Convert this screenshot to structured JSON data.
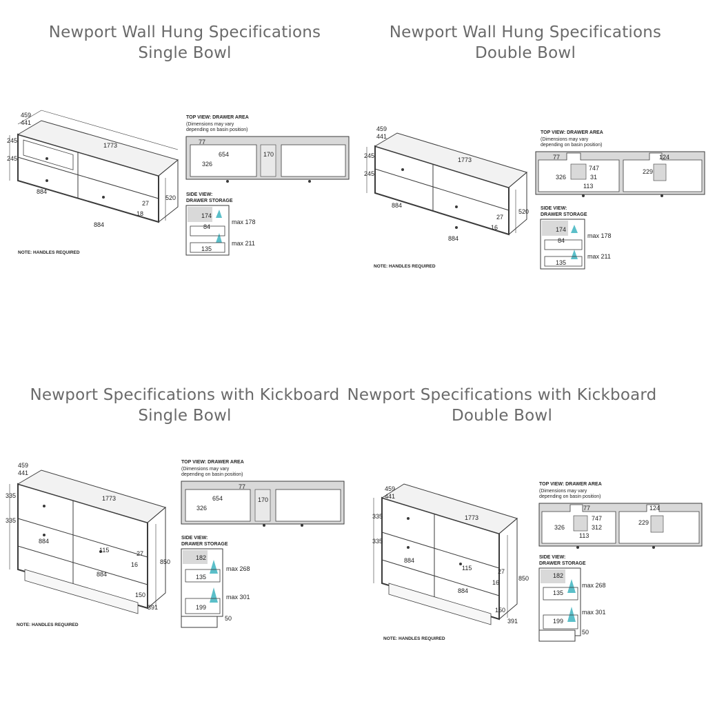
{
  "panels": [
    {
      "id": "wall-single",
      "title": [
        "Newport Wall Hung Specifications",
        "Single Bowl"
      ],
      "cabinet": {
        "depth": "459",
        "inner_depth": "441",
        "width": "1773",
        "drawer_h1": "245",
        "drawer_h2": "245",
        "drawer_w1": "884",
        "drawer_w2": "884",
        "panel_t": "27",
        "gap": "18",
        "height": "520",
        "kick_gap": "",
        "kick_h": "",
        "kick_d": "",
        "handle_offset": ""
      },
      "top_view": {
        "heading": "TOP VIEW: DRAWER AREA",
        "note1": "(Dimensions may vary",
        "note2": "depending on basin position)",
        "d_back": "77",
        "d_width": "654",
        "d_depth": "326",
        "d_channel": "170",
        "d_right_w": "",
        "d_right_d": "",
        "d_cut": "",
        "d_cut_w": ""
      },
      "side_view": {
        "heading1": "SIDE VIEW:",
        "heading2": "DRAWER STORAGE",
        "d_top": "174",
        "d_mid": "84",
        "d_low": "135",
        "max1": "max 178",
        "max2": "max 211",
        "kick": ""
      },
      "note": "NOTE: HANDLES REQUIRED"
    },
    {
      "id": "wall-double",
      "title": [
        "Newport Wall Hung Specifications",
        "Double Bowl"
      ],
      "cabinet": {
        "depth": "459",
        "inner_depth": "441",
        "width": "1773",
        "drawer_h1": "245",
        "drawer_h2": "245",
        "drawer_w1": "884",
        "drawer_w2": "884",
        "panel_t": "27",
        "gap": "16",
        "height": "520",
        "kick_gap": "",
        "kick_h": "",
        "kick_d": "",
        "handle_offset": ""
      },
      "top_view": {
        "heading": "TOP VIEW: DRAWER AREA",
        "note1": "(Dimensions may vary",
        "note2": "depending on basin position)",
        "d_back": "77",
        "d_width": "747",
        "d_depth": "326",
        "d_channel": "31",
        "d_right_w": "124",
        "d_right_d": "229",
        "d_cut": "113",
        "d_cut_w": ""
      },
      "side_view": {
        "heading1": "SIDE VIEW:",
        "heading2": "DRAWER STORAGE",
        "d_top": "174",
        "d_mid": "84",
        "d_low": "135",
        "max1": "max 178",
        "max2": "max 211",
        "kick": ""
      },
      "note": "NOTE: HANDLES REQUIRED"
    },
    {
      "id": "kick-single",
      "title": [
        "Newport Specifications with Kickboard",
        "Single Bowl"
      ],
      "cabinet": {
        "depth": "459",
        "inner_depth": "441",
        "width": "1773",
        "drawer_h1": "335",
        "drawer_h2": "335",
        "drawer_w1": "884",
        "drawer_w2": "884",
        "panel_t": "27",
        "gap": "16",
        "height": "850",
        "kick_gap": "150",
        "kick_h": "",
        "kick_d": "391",
        "handle_offset": "115"
      },
      "top_view": {
        "heading": "TOP VIEW: DRAWER AREA",
        "note1": "(Dimensions may vary",
        "note2": "depending on basin position)",
        "d_back": "77",
        "d_width": "654",
        "d_depth": "326",
        "d_channel": "170",
        "d_right_w": "",
        "d_right_d": "",
        "d_cut": "",
        "d_cut_w": ""
      },
      "side_view": {
        "heading1": "SIDE VIEW:",
        "heading2": "DRAWER STORAGE",
        "d_top": "182",
        "d_mid": "135",
        "d_low": "199",
        "max1": "max 268",
        "max2": "max 301",
        "kick": "50"
      },
      "note": "NOTE: HANDLES REQUIRED"
    },
    {
      "id": "kick-double",
      "title": [
        "Newport Specifications with Kickboard",
        "Double Bowl"
      ],
      "cabinet": {
        "depth": "459",
        "inner_depth": "441",
        "width": "1773",
        "drawer_h1": "335",
        "drawer_h2": "335",
        "drawer_w1": "884",
        "drawer_w2": "884",
        "panel_t": "27",
        "gap": "16",
        "height": "850",
        "kick_gap": "150",
        "kick_h": "",
        "kick_d": "391",
        "handle_offset": "115"
      },
      "top_view": {
        "heading": "TOP VIEW: DRAWER AREA",
        "note1": "(Dimensions may vary",
        "note2": "depending on basin position)",
        "d_back": "77",
        "d_width": "747",
        "d_depth": "326",
        "d_channel": "312",
        "d_right_w": "124",
        "d_right_d": "229",
        "d_cut": "113",
        "d_cut_w": ""
      },
      "side_view": {
        "heading1": "SIDE VIEW:",
        "heading2": "DRAWER STORAGE",
        "d_top": "182",
        "d_mid": "135",
        "d_low": "199",
        "max1": "max 268",
        "max2": "max 301",
        "kick": "50"
      },
      "note": "NOTE: HANDLES REQUIRED"
    }
  ],
  "colors": {
    "line": "#3a3a3a",
    "panel": "#d9d9d9",
    "accent": "#5bbfc9"
  }
}
